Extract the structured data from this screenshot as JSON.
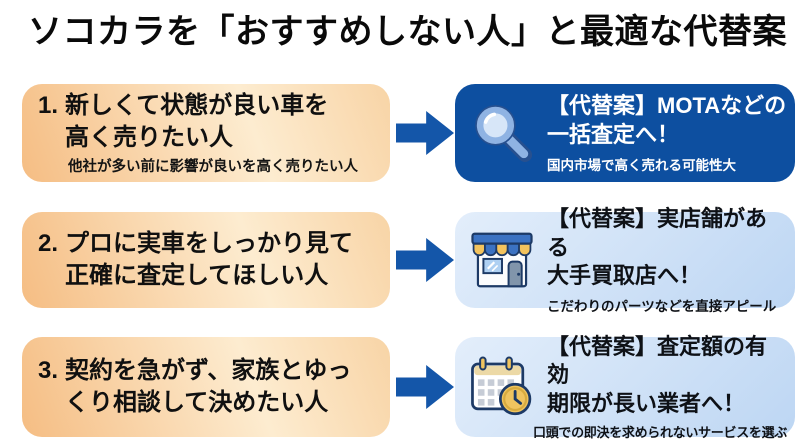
{
  "title": "ソコカラを「おすすめしない人」と最適な代替案",
  "colors": {
    "background": "#ffffff",
    "title_text": "#0a0a0a",
    "problem_box_gradient_start": "#f5bd83",
    "problem_box_gradient_end": "#fdecd0",
    "arrow_blue": "#1456a9",
    "alt_box_dark_bg": "#0d4fa0",
    "alt_box_light_gradient_start": "#e3eefb",
    "alt_box_light_gradient_end": "#bdd6f3",
    "dark_box_text": "#ffffff",
    "body_text": "#101010",
    "icon_outline_navy": "#1d3a66",
    "icon_yellow": "#f0c45f",
    "icon_blue": "#3b72c2"
  },
  "rows": [
    {
      "number": "1.",
      "problem": "新しくて状態が良い車を\n高く売りたい人",
      "problem_note": "他社が多い前に影響が良いを高く売りたい人",
      "icon": "magnifier-icon",
      "alt_title": "【代替案】MOTAなどの\n一括査定へ！",
      "alt_note": "国内市場で高く売れる可能性大"
    },
    {
      "number": "2.",
      "problem": "プロに実車をしっかり見て\n正確に査定してほしい人",
      "problem_note": "",
      "icon": "storefront-icon",
      "alt_title": "【代替案】実店舗がある\n大手買取店へ！",
      "alt_note": "こだわりのパーツなどを直接アピール"
    },
    {
      "number": "3.",
      "problem": "契約を急がず、家族とゆっ\nくり相談して決めたい人",
      "problem_note": "",
      "icon": "calendar-clock-icon",
      "alt_title": "【代替案】査定額の有効\n期限が長い業者へ！",
      "alt_note": "口頭での即決を求められないサービスを選ぶ"
    }
  ]
}
